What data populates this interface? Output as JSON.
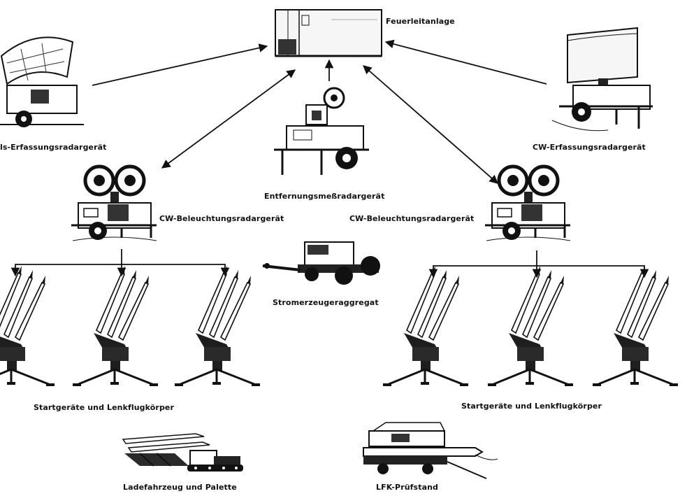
{
  "labels": {
    "fire_control": "Feuerleitanlage",
    "pulse_acquisition_radar": "ls-Erfassungsradargerät",
    "cw_acquisition_radar": "CW-Erfassungsradargerät",
    "range_radar": "Entfernungsmeßradargerät",
    "cw_illum_left": "CW-Beleuchtungsradargerät",
    "cw_illum_right": "CW-Beleuchtungsradargerät",
    "generator": "Stromerzeugeraggregat",
    "launchers_left": "Startgeräte und Lenkflugkörper",
    "launchers_right": "Startgeräte und Lenkflugkörper",
    "loader": "Ladefahrzeug und Palette",
    "test_stand": "LFK-Prüfstand"
  },
  "colors": {
    "ink": "#111111",
    "fill": "#2a2a2a",
    "light": "#f2f2f2"
  }
}
